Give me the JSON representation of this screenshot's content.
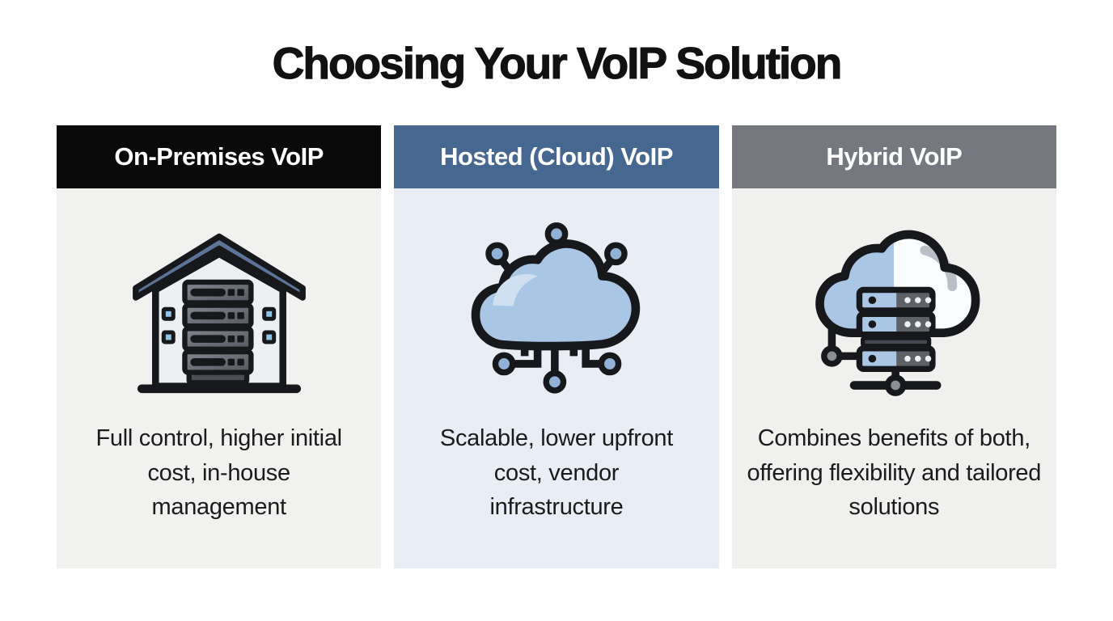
{
  "page": {
    "title": "Choosing Your VoIP Solution"
  },
  "colors": {
    "background": "#ffffff",
    "title_text": "#111111",
    "header_text": "#ffffff",
    "body_text": "#1b1b1b",
    "icon_outline": "#17181b",
    "icon_blue": "#a9c7e5",
    "icon_light_blue": "#8ec4e8",
    "icon_slate_roof": "#5b7498",
    "icon_dark_gray": "#5d6269",
    "icon_node_blue": "#8fb2d6",
    "icon_node_gray": "#8a8f96"
  },
  "columns": [
    {
      "header": "On-Premises VoIP",
      "header_bg": "#0a0a0a",
      "panel_bg": "#f1f1ef",
      "icon": "house-server-icon",
      "description": "Full control, higher initial cost, in-house management"
    },
    {
      "header": "Hosted (Cloud) VoIP",
      "header_bg": "#46678f",
      "panel_bg": "#e9eef6",
      "icon": "cloud-network-icon",
      "description": "Scalable, lower upfront cost, vendor infrastructure"
    },
    {
      "header": "Hybrid VoIP",
      "header_bg": "#75787f",
      "panel_bg": "#f0f0ee",
      "icon": "hybrid-cloud-server-icon",
      "description": "Combines benefits of both, offering flexibility and tailored solutions"
    }
  ]
}
